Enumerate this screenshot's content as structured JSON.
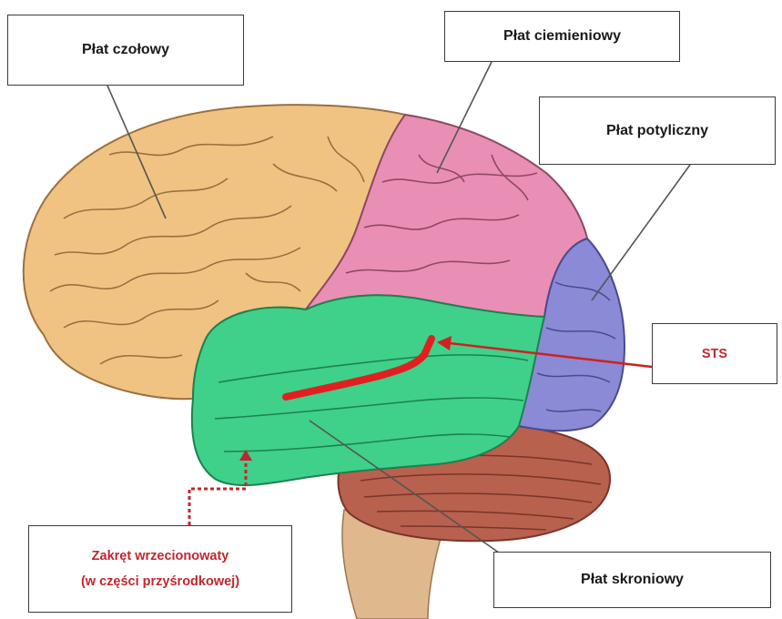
{
  "labels": {
    "frontal": "Płat czołowy",
    "parietal": "Płat ciemieniowy",
    "occipital": "Płat potyliczny",
    "sts": "STS",
    "temporal": "Płat skroniowy",
    "fusiform_line1": "Zakręt wrzecionowaty",
    "fusiform_line2": "(w części przyśrodkowej)"
  },
  "colors": {
    "frontal": "#f0c383",
    "parietal": "#e98fb5",
    "occipital": "#8a8ad6",
    "temporal": "#3fd08a",
    "cerebellum": "#b8614f",
    "brainstem": "#e0b88e",
    "sts_marker": "#e02020",
    "red_text": "#c0272d",
    "leader_line": "#555555"
  }
}
